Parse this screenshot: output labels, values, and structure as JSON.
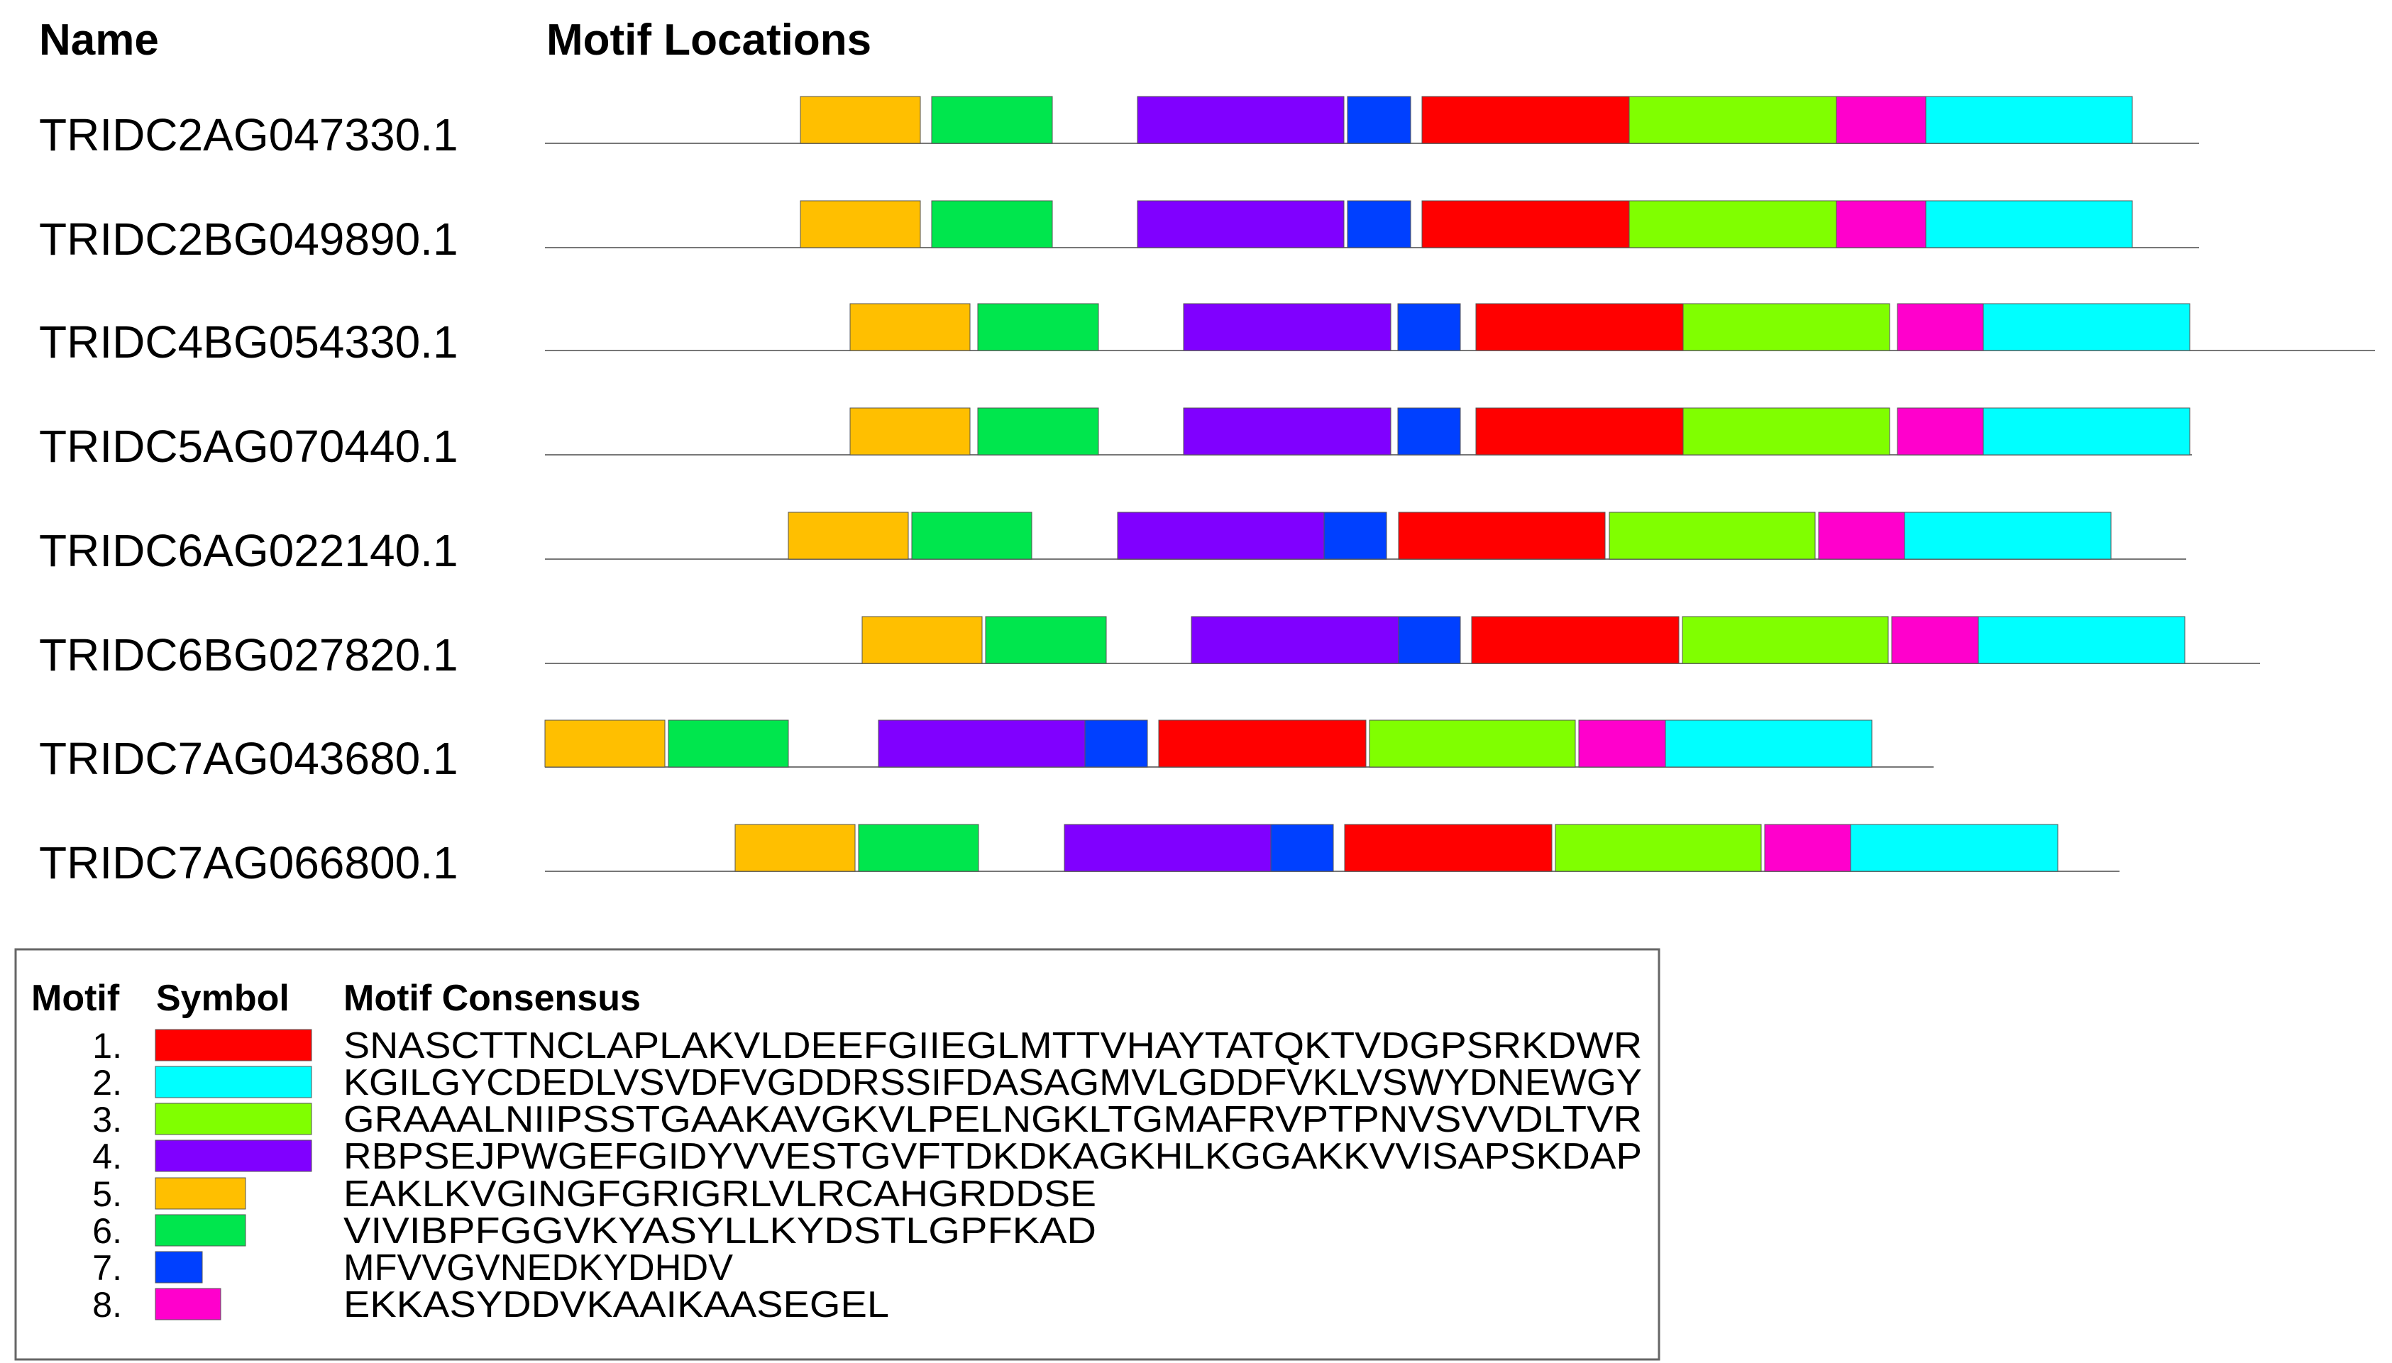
{
  "headers": {
    "name": "Name",
    "motif_locations": "Motif Locations"
  },
  "legend": {
    "headers": {
      "motif": "Motif",
      "symbol": "Symbol",
      "consensus": "Motif Consensus"
    },
    "motifs": [
      {
        "id": 1,
        "label": "1.",
        "color": "#FF0000",
        "consensus": "SNASCTTNCLAPLAKVLDEEFGIIEGLMTTVHAYTATQKTVDGPSRKDWR"
      },
      {
        "id": 2,
        "label": "2.",
        "color": "#00FFFF",
        "consensus": "KGILGYCDEDLVSVDFVGDDRSSIFDASAGMVLGDDFVKLVSWYDNEWGY"
      },
      {
        "id": 3,
        "label": "3.",
        "color": "#80FF00",
        "consensus": "GRAAALNIIPSSTGAAKAVGKVLPELNGKLTGMAFRVPTPNVSVVDLTVR"
      },
      {
        "id": 4,
        "label": "4.",
        "color": "#8000FF",
        "consensus": "RBPSEJPWGEFGIDYVVESTGVFTDKDKAGKHLKGGAKKVVISAPSKDAP"
      },
      {
        "id": 5,
        "label": "5.",
        "color": "#FFBF00",
        "consensus": "EAKLKVGINGFGRIGRLVLRCAHGRDDSE"
      },
      {
        "id": 6,
        "label": "6.",
        "color": "#00E64D",
        "consensus": "VIVIBPFGGVKYASYLLKYDSTLGPFKAD"
      },
      {
        "id": 7,
        "label": "7.",
        "color": "#0040FF",
        "consensus": "MFVVGVNEDKYDHDV"
      },
      {
        "id": 8,
        "label": "8.",
        "color": "#FF00CC",
        "consensus": "EKKASYDDVKAAIKAASEGEL"
      }
    ]
  },
  "sequences": [
    {
      "name": "TRIDC2AG047330.1"
    },
    {
      "name": "TRIDC2BG049890.1"
    },
    {
      "name": "TRIDC4BG054330.1"
    },
    {
      "name": "TRIDC5AG070440.1"
    },
    {
      "name": "TRIDC6AG022140.1"
    },
    {
      "name": "TRIDC6BG027820.1"
    },
    {
      "name": "TRIDC7AG043680.1"
    },
    {
      "name": "TRIDC7AG066800.1"
    }
  ]
}
